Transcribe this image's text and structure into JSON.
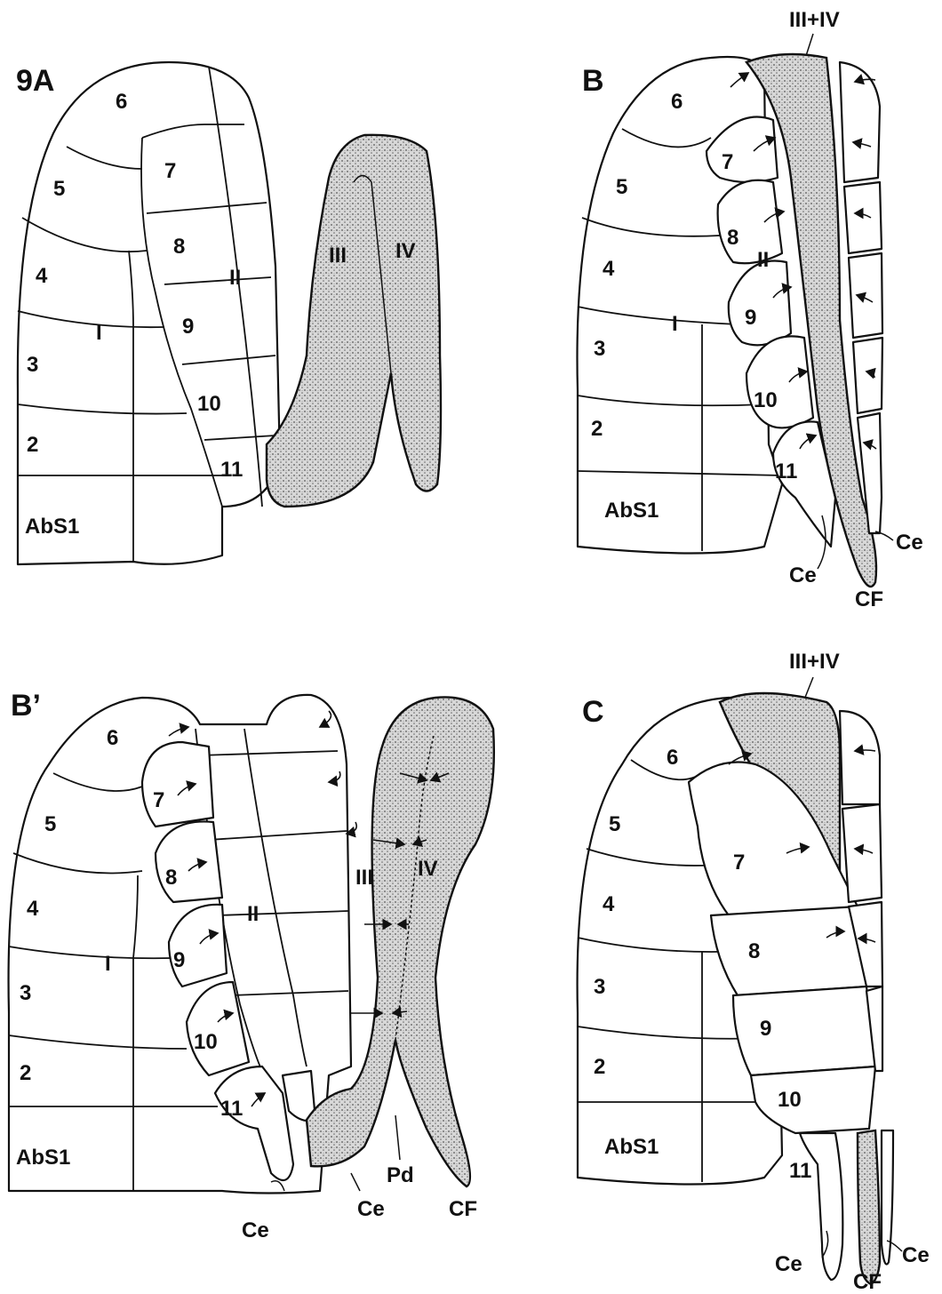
{
  "panels": {
    "A": {
      "letter": "9A",
      "segments": [
        "6",
        "5",
        "4",
        "3",
        "2",
        "AbS1",
        "7",
        "8",
        "9",
        "10",
        "11"
      ],
      "lines": {
        "I": "I",
        "II": "II",
        "III": "III",
        "IV": "IV"
      }
    },
    "B": {
      "letter": "B",
      "fused": "III+IV",
      "segments": [
        "6",
        "5",
        "4",
        "3",
        "2",
        "AbS1",
        "7",
        "8",
        "9",
        "10",
        "11"
      ],
      "lines": {
        "I": "I",
        "II": "II"
      },
      "extras": {
        "ce1": "Ce",
        "ce2": "Ce",
        "cf": "CF"
      }
    },
    "Bp": {
      "letter": "B’",
      "segments": [
        "6",
        "5",
        "4",
        "3",
        "2",
        "AbS1",
        "7",
        "8",
        "9",
        "10",
        "11"
      ],
      "lines": {
        "I": "I",
        "II": "II",
        "III": "III",
        "IV": "IV"
      },
      "extras": {
        "ce1": "Ce",
        "ce2": "Ce",
        "pd": "Pd",
        "cf": "CF"
      }
    },
    "C": {
      "letter": "C",
      "fused": "III+IV",
      "segments": [
        "6",
        "5",
        "4",
        "3",
        "2",
        "AbS1",
        "7",
        "8",
        "9",
        "10",
        "11"
      ],
      "extras": {
        "ce1": "Ce",
        "ce2": "Ce",
        "cf": "CF"
      }
    }
  }
}
